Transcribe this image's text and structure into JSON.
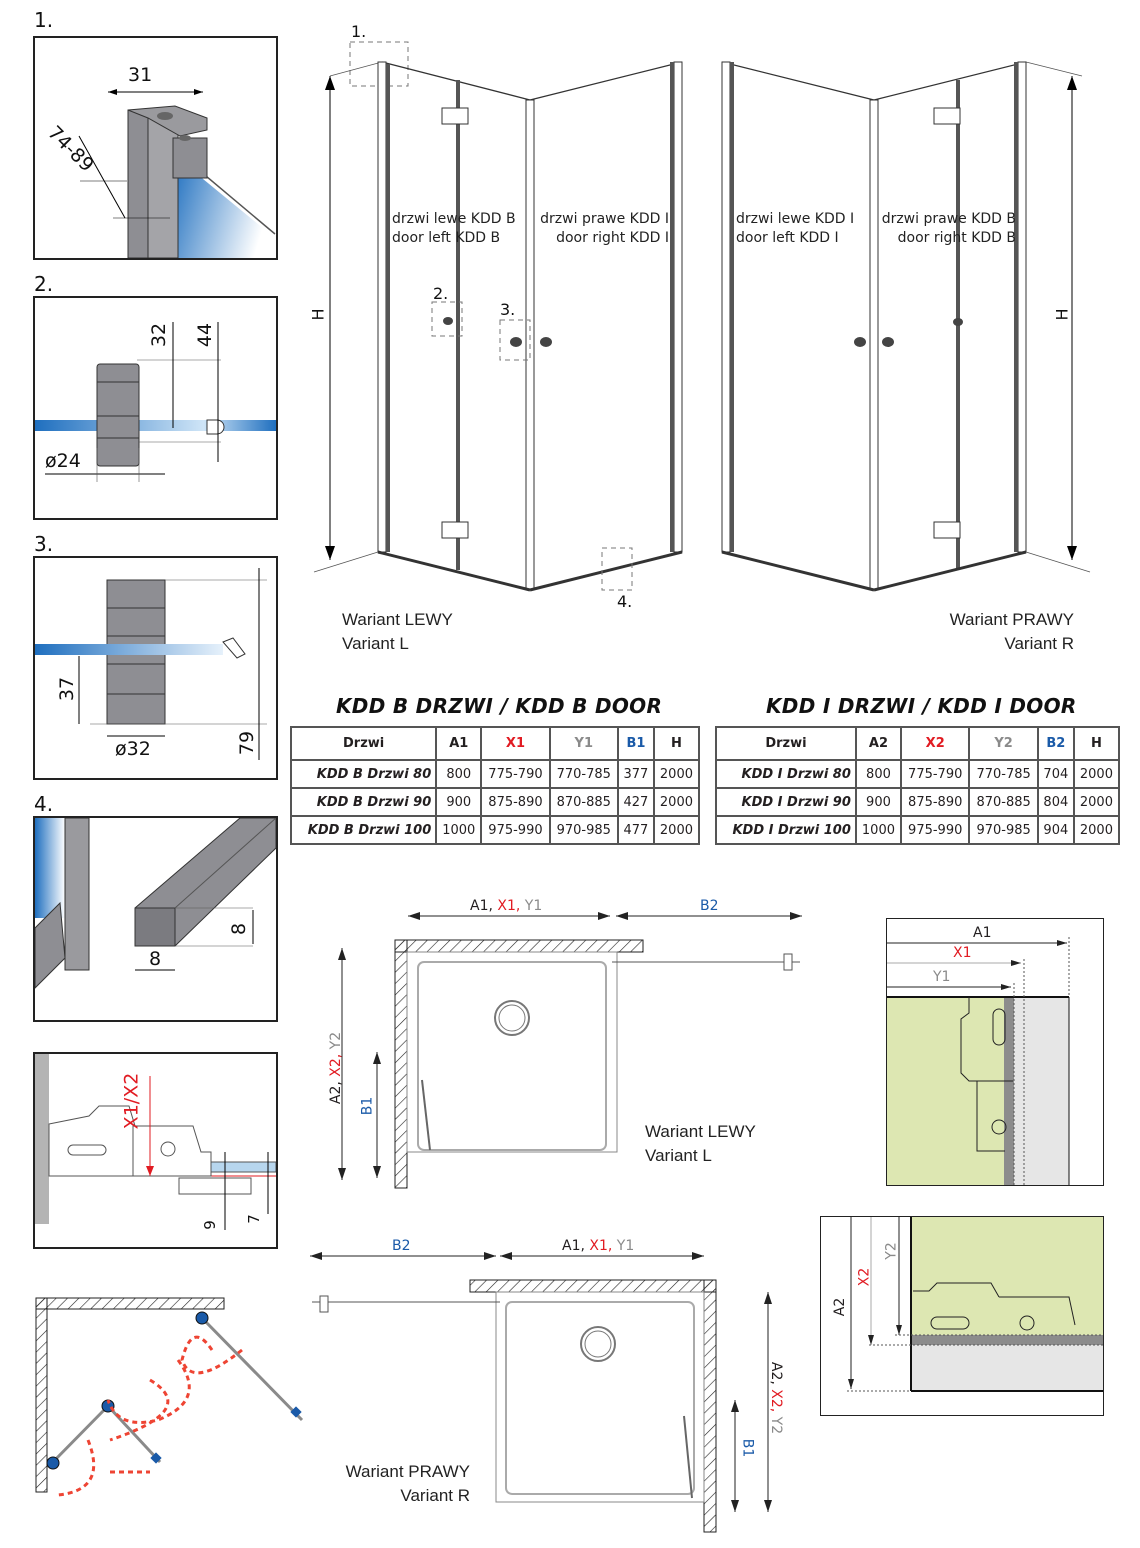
{
  "details": [
    {
      "number": "1.",
      "dims": [
        "31",
        "74-89"
      ]
    },
    {
      "number": "2.",
      "dims": [
        "32",
        "44",
        "ø24"
      ]
    },
    {
      "number": "3.",
      "dims": [
        "37",
        "79",
        "ø32"
      ]
    },
    {
      "number": "4.",
      "dims": [
        "8",
        "8"
      ]
    },
    {
      "number": "",
      "dims": [
        "X1/X2",
        "9",
        "7"
      ]
    }
  ],
  "iso_left": {
    "callouts": [
      "1.",
      "2.",
      "3.",
      "4."
    ],
    "height_label": "H",
    "door_left": [
      "drzwi lewe KDD B",
      "door left KDD B"
    ],
    "door_right": [
      "drzwi prawe KDD I",
      "door right KDD I"
    ],
    "variant": [
      "Wariant LEWY",
      "Variant L"
    ]
  },
  "iso_right": {
    "height_label": "H",
    "door_left": [
      "drzwi lewe KDD I",
      "door left KDD I"
    ],
    "door_right": [
      "drzwi prawe KDD B",
      "door right KDD B"
    ],
    "variant": [
      "Wariant PRAWY",
      "Variant R"
    ]
  },
  "table_b": {
    "title": "KDD B DRZWI / KDD B DOOR",
    "headers": [
      "Drzwi",
      "A1",
      "X1",
      "Y1",
      "B1",
      "H"
    ],
    "rows": [
      [
        "KDD B Drzwi 80",
        "800",
        "775-790",
        "770-785",
        "377",
        "2000"
      ],
      [
        "KDD B Drzwi 90",
        "900",
        "875-890",
        "870-885",
        "427",
        "2000"
      ],
      [
        "KDD B Drzwi 100",
        "1000",
        "975-990",
        "970-985",
        "477",
        "2000"
      ]
    ]
  },
  "table_i": {
    "title": "KDD I DRZWI / KDD I DOOR",
    "headers": [
      "Drzwi",
      "A2",
      "X2",
      "Y2",
      "B2",
      "H"
    ],
    "rows": [
      [
        "KDD I Drzwi 80",
        "800",
        "775-790",
        "770-785",
        "704",
        "2000"
      ],
      [
        "KDD I Drzwi 90",
        "900",
        "875-890",
        "870-885",
        "804",
        "2000"
      ],
      [
        "KDD I Drzwi 100",
        "1000",
        "975-990",
        "970-985",
        "904",
        "2000"
      ]
    ]
  },
  "plan_left": {
    "top_dim": {
      "a": "A1,",
      "x": "X1,",
      "y": "Y1"
    },
    "b2": "B2",
    "side_dim": {
      "a": "A2,",
      "x": "X2,",
      "y": "Y2"
    },
    "b1": "B1",
    "variant": [
      "Wariant LEWY",
      "Variant L"
    ]
  },
  "plan_right": {
    "top_dim": {
      "a": "A1,",
      "x": "X1,",
      "y": "Y1"
    },
    "b2": "B2",
    "side_dim": {
      "a": "A2,",
      "x": "X2,",
      "y": "Y2"
    },
    "b1": "B1",
    "variant": [
      "Wariant PRAWY",
      "Variant R"
    ]
  },
  "profile_top": {
    "labels": [
      "A1",
      "X1",
      "Y1"
    ]
  },
  "profile_side": {
    "labels": [
      "A2",
      "X2",
      "Y2"
    ]
  },
  "colors": {
    "red": "#e11b22",
    "gray": "#8a8a8a",
    "blue": "#1a5aa8",
    "glass": "#2e7fc6",
    "wall_green": "#dde7b2",
    "profile_gray": "#8c8c8c"
  }
}
